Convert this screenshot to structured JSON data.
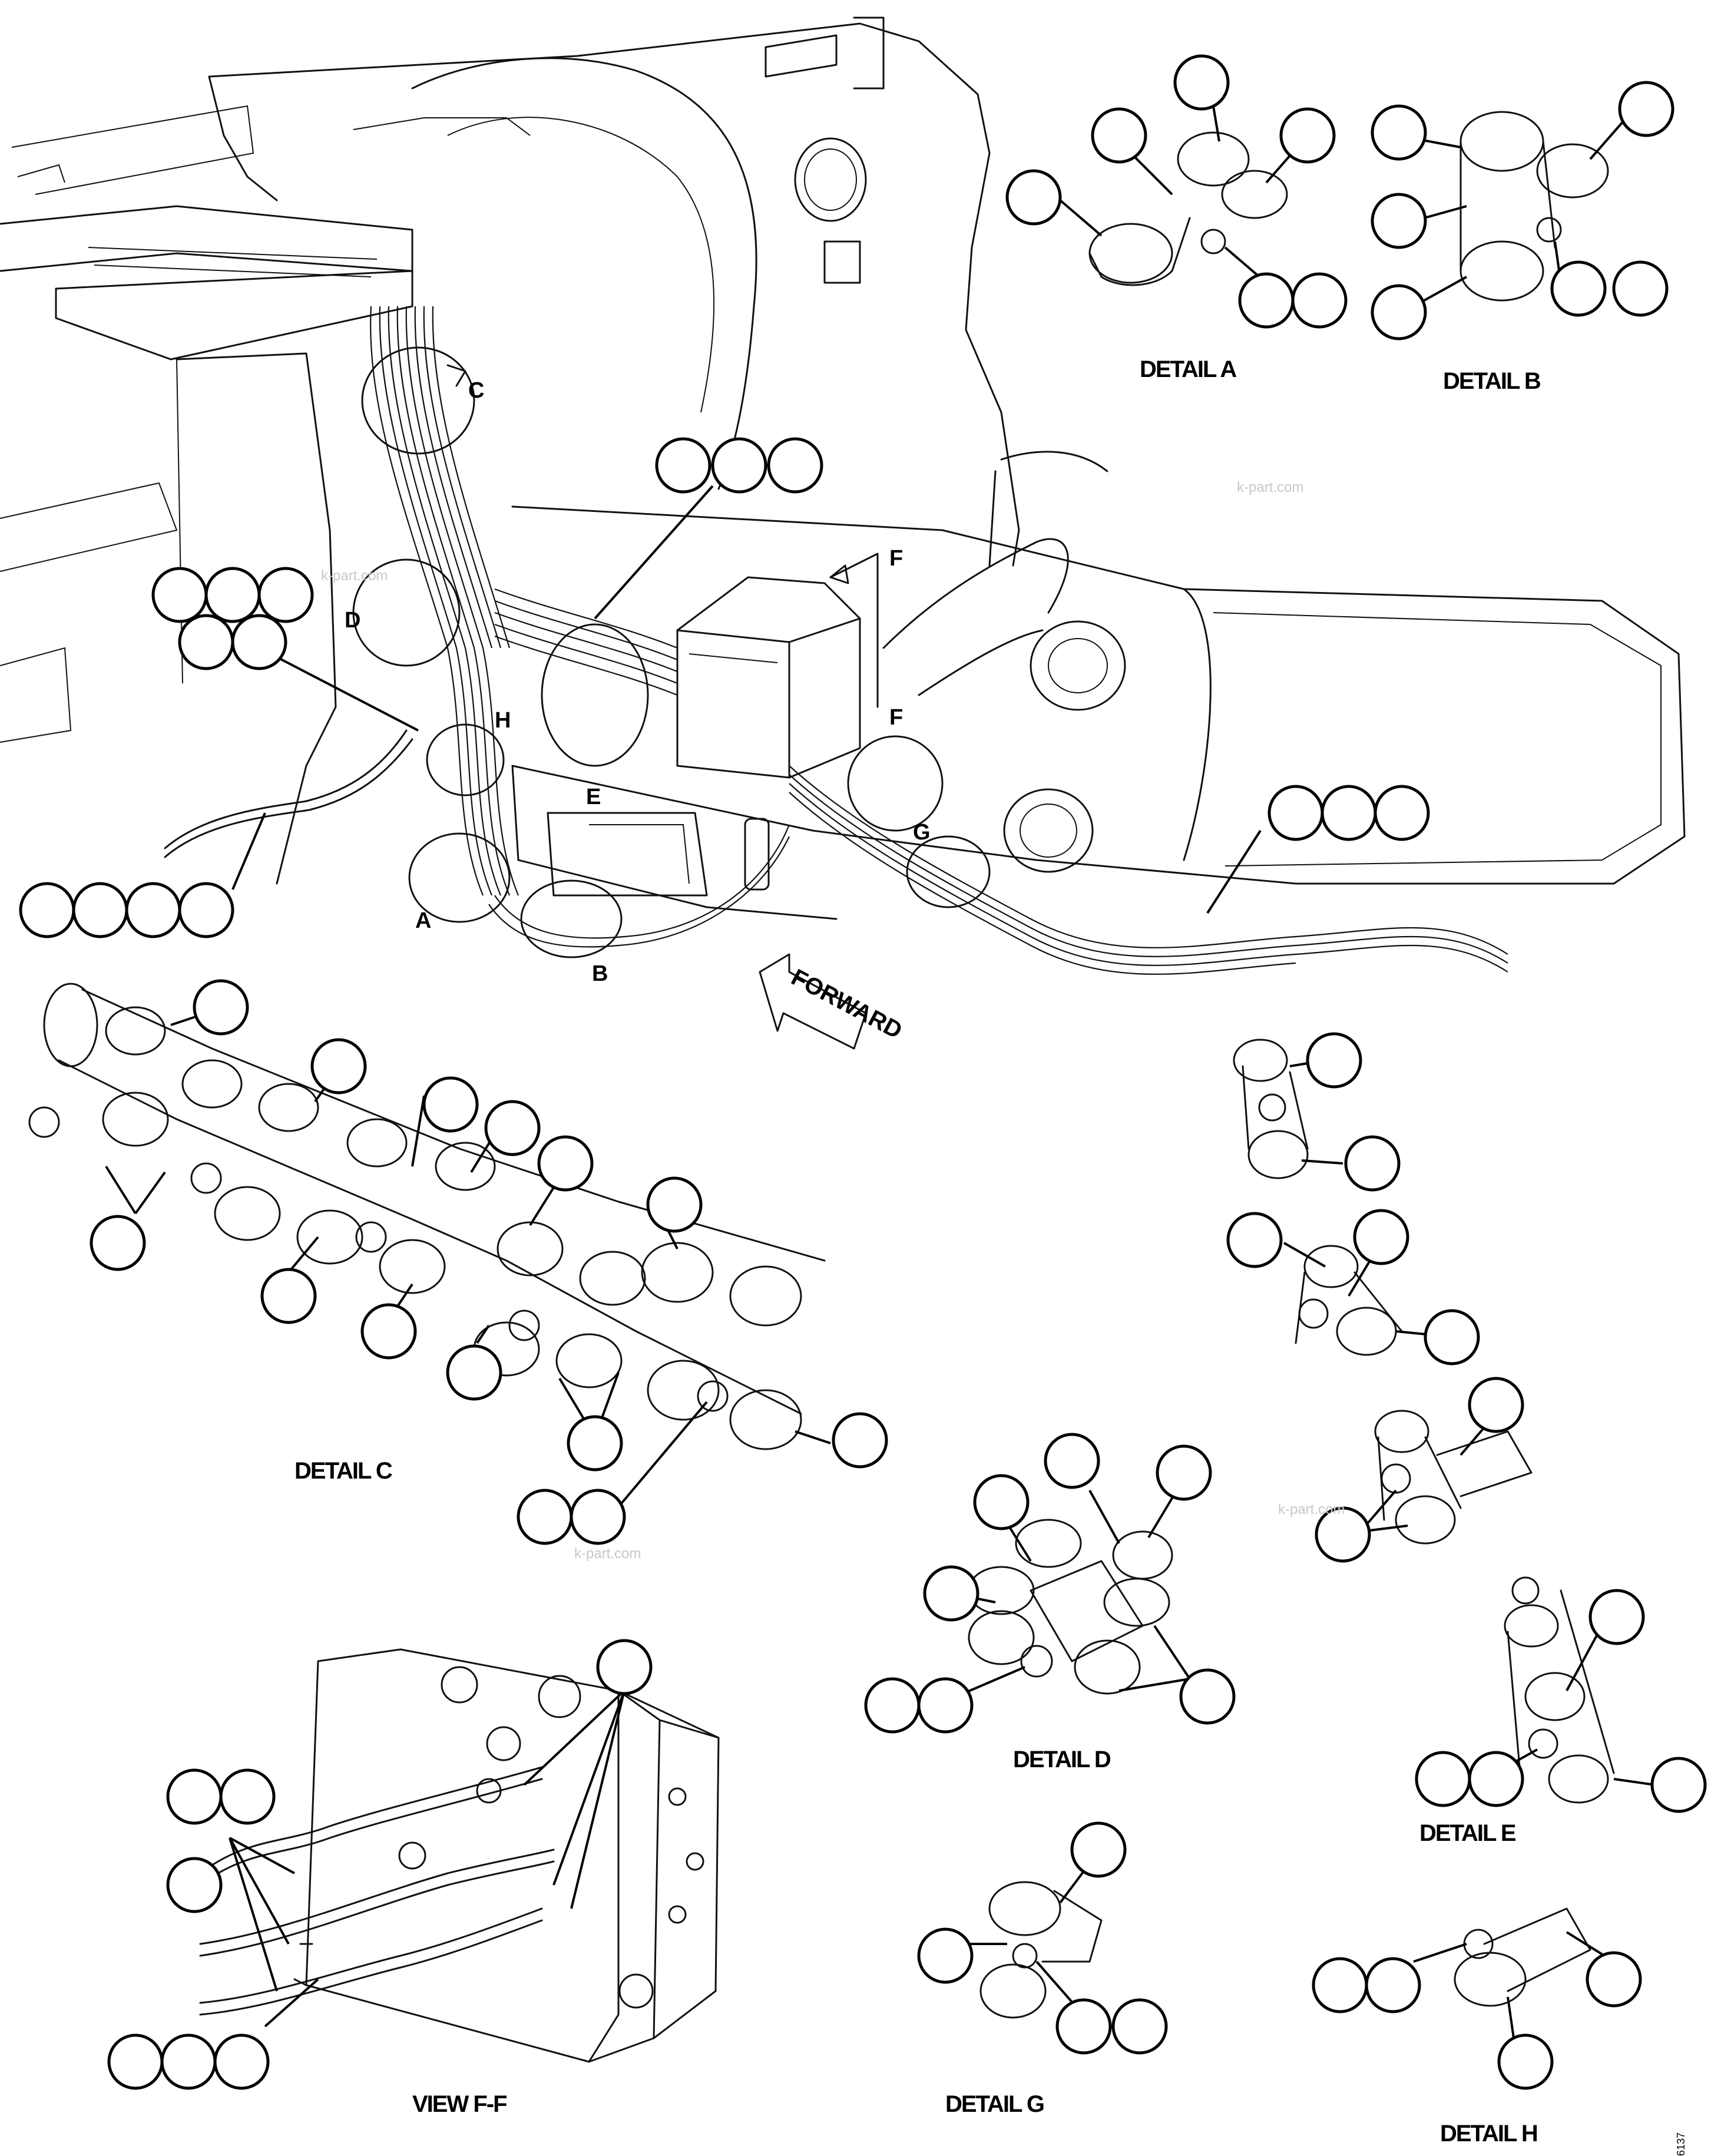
{
  "details": {
    "a": "DETAIL A",
    "b": "DETAIL B",
    "c": "DETAIL C",
    "d": "DETAIL D",
    "e": "DETAIL E",
    "g": "DETAIL G",
    "h": "DETAIL H",
    "ff": "VIEW F-F"
  },
  "view_letters": {
    "a": "A",
    "b": "B",
    "c": "C",
    "d": "D",
    "e": "E",
    "f1": "F",
    "f2": "F",
    "g": "G",
    "h": "H"
  },
  "forward_label": "FORWARD",
  "watermark": "k-part.com",
  "figure_number": "6137"
}
